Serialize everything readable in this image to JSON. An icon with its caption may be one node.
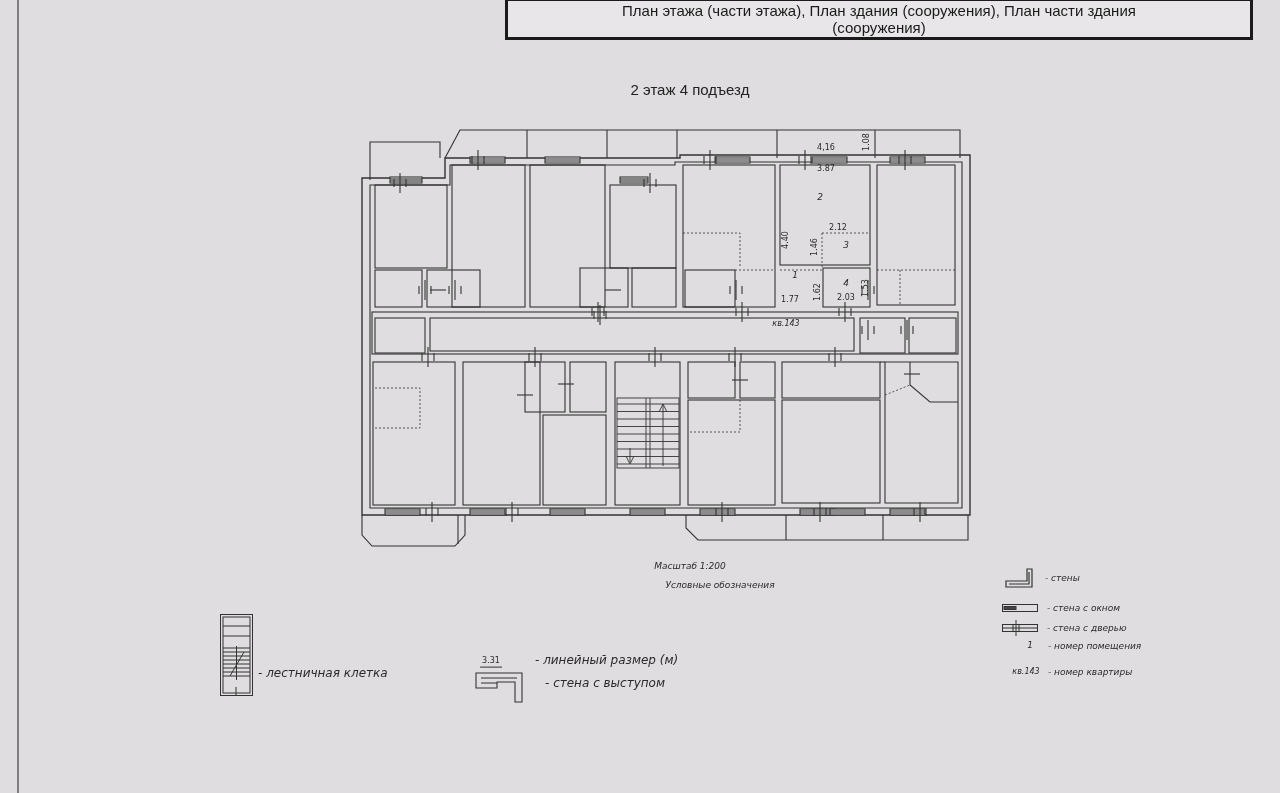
{
  "diagram": {
    "title": "2 этаж 4 подъезд",
    "nodes": [
      {
        "text": [
          "План этажа (части этажа), План здания (сооружения), План части здания (сооружения)"
        ]
      }
    ],
    "labels": [
      "4,16",
      "1.08",
      "3.87",
      "2",
      "2.12",
      "4.40",
      "1.46",
      "3",
      "1",
      "4",
      "1.62",
      "1.53",
      "1.77",
      "2.03",
      "кв.143",
      "Масштаб 1:200",
      "Условные обозначения",
      "1",
      "3.31",
      "кв.143"
    ],
    "legend": [
      {
        "text": "- стены"
      },
      {
        "text": "- стена с окном"
      },
      {
        "text": "- стена с дверью"
      },
      {
        "text": "- номер помещения"
      },
      {
        "text": "- лестничная клетка"
      },
      {
        "text": "- линейный размер (м)"
      },
      {
        "text": "- номер квартиры"
      },
      {
        "text": "- стена с выступом"
      }
    ]
  }
}
